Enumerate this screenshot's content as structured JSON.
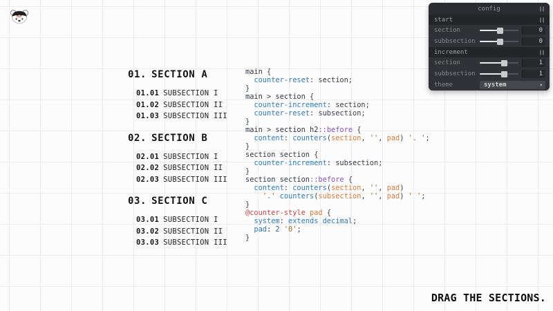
{
  "page": {
    "drag_hint": "DRAG THE SECTIONS."
  },
  "sections": [
    {
      "number": "01.",
      "title": "SECTION A",
      "subsections": [
        {
          "number": "01.01",
          "label": "SUBSECTION I"
        },
        {
          "number": "01.02",
          "label": "SUBSECTION II"
        },
        {
          "number": "01.03",
          "label": "SUBSECTION III"
        }
      ]
    },
    {
      "number": "02.",
      "title": "SECTION B",
      "subsections": [
        {
          "number": "02.01",
          "label": "SUBSECTION I"
        },
        {
          "number": "02.02",
          "label": "SUBSECTION II"
        },
        {
          "number": "02.03",
          "label": "SUBSECTION III"
        }
      ]
    },
    {
      "number": "03.",
      "title": "SECTION C",
      "subsections": [
        {
          "number": "03.01",
          "label": "SUBSECTION I"
        },
        {
          "number": "03.02",
          "label": "SUBSECTION II"
        },
        {
          "number": "03.03",
          "label": "SUBSECTION III"
        }
      ]
    }
  ],
  "code": {
    "lines": [
      [
        [
          "main",
          "sel"
        ],
        [
          " {",
          "pun"
        ]
      ],
      [
        [
          "  ",
          "pun"
        ],
        [
          "counter-reset",
          "prp"
        ],
        [
          ": section;",
          "pun"
        ]
      ],
      [
        [
          "}",
          "pun"
        ]
      ],
      [
        [
          "main",
          "sel"
        ],
        [
          " > ",
          "pun"
        ],
        [
          "section",
          "sel"
        ],
        [
          " {",
          "pun"
        ]
      ],
      [
        [
          "  ",
          "pun"
        ],
        [
          "counter-increment",
          "prp"
        ],
        [
          ": section;",
          "pun"
        ]
      ],
      [
        [
          "  ",
          "pun"
        ],
        [
          "counter-reset",
          "prp"
        ],
        [
          ": subsection;",
          "pun"
        ]
      ],
      [
        [
          "}",
          "pun"
        ]
      ],
      [
        [
          "main",
          "sel"
        ],
        [
          " > ",
          "pun"
        ],
        [
          "section",
          "sel"
        ],
        [
          " ",
          "pun"
        ],
        [
          "h2",
          "sel"
        ],
        [
          "::before",
          "pse"
        ],
        [
          " {",
          "pun"
        ]
      ],
      [
        [
          "  ",
          "pun"
        ],
        [
          "content",
          "prp"
        ],
        [
          ": ",
          "pun"
        ],
        [
          "counters",
          "fun"
        ],
        [
          "(",
          "pun"
        ],
        [
          "section",
          "arg"
        ],
        [
          ", ",
          "pun"
        ],
        [
          "''",
          "str"
        ],
        [
          ", ",
          "pun"
        ],
        [
          "pad",
          "arg"
        ],
        [
          ") ",
          "pun"
        ],
        [
          "'. '",
          "str"
        ],
        [
          ";",
          "pun"
        ]
      ],
      [
        [
          "}",
          "pun"
        ]
      ],
      [
        [
          "section",
          "sel"
        ],
        [
          " ",
          "pun"
        ],
        [
          "section",
          "sel"
        ],
        [
          " {",
          "pun"
        ]
      ],
      [
        [
          "  ",
          "pun"
        ],
        [
          "counter-increment",
          "prp"
        ],
        [
          ": subsection;",
          "pun"
        ]
      ],
      [
        [
          "}",
          "pun"
        ]
      ],
      [
        [
          "section",
          "sel"
        ],
        [
          " ",
          "pun"
        ],
        [
          "section",
          "sel"
        ],
        [
          "::before",
          "pse"
        ],
        [
          " {",
          "pun"
        ]
      ],
      [
        [
          "  ",
          "pun"
        ],
        [
          "content",
          "prp"
        ],
        [
          ": ",
          "pun"
        ],
        [
          "counters",
          "fun"
        ],
        [
          "(",
          "pun"
        ],
        [
          "section",
          "arg"
        ],
        [
          ", ",
          "pun"
        ],
        [
          "''",
          "str"
        ],
        [
          ", ",
          "pun"
        ],
        [
          "pad",
          "arg"
        ],
        [
          ")",
          "pun"
        ]
      ],
      [
        [
          "    ",
          "pun"
        ],
        [
          "'.'",
          "str"
        ],
        [
          " ",
          "pun"
        ],
        [
          "counters",
          "fun"
        ],
        [
          "(",
          "pun"
        ],
        [
          "subsection",
          "arg"
        ],
        [
          ", ",
          "pun"
        ],
        [
          "''",
          "str"
        ],
        [
          ", ",
          "pun"
        ],
        [
          "pad",
          "arg"
        ],
        [
          ") ",
          "pun"
        ],
        [
          "' '",
          "str"
        ],
        [
          ";",
          "pun"
        ]
      ],
      [
        [
          "}",
          "pun"
        ]
      ],
      [
        [
          "@counter-style",
          "atr"
        ],
        [
          " ",
          "pun"
        ],
        [
          "pad",
          "arg"
        ],
        [
          " {",
          "pun"
        ]
      ],
      [
        [
          "  ",
          "pun"
        ],
        [
          "system",
          "prp"
        ],
        [
          ": ",
          "pun"
        ],
        [
          "extends decimal",
          "kw"
        ],
        [
          ";",
          "pun"
        ]
      ],
      [
        [
          "  ",
          "pun"
        ],
        [
          "pad",
          "prp"
        ],
        [
          ": ",
          "pun"
        ],
        [
          "2",
          "num"
        ],
        [
          " ",
          "pun"
        ],
        [
          "'0'",
          "str"
        ],
        [
          ";",
          "pun"
        ]
      ],
      [
        [
          "}",
          "pun"
        ]
      ]
    ]
  },
  "panel": {
    "title": "config",
    "folders": [
      {
        "label": "start",
        "rows": [
          {
            "label": "section",
            "value": "0",
            "percent": 52
          },
          {
            "label": "subbsection",
            "value": "0",
            "percent": 52
          }
        ]
      },
      {
        "label": "increment",
        "rows": [
          {
            "label": "section",
            "value": "1",
            "percent": 62
          },
          {
            "label": "subbsection",
            "value": "1",
            "percent": 62
          }
        ]
      }
    ],
    "theme": {
      "label": "theme",
      "value": "system"
    }
  },
  "colors": {
    "property_blue": "#2b7cbd",
    "arg_orange": "#da7931",
    "string_brown": "#a06a28",
    "atrule_red": "#d24040",
    "pseudo_purple": "#8a4fc8",
    "panel_bg": "#303238",
    "panel_bar_bg": "#232529"
  }
}
